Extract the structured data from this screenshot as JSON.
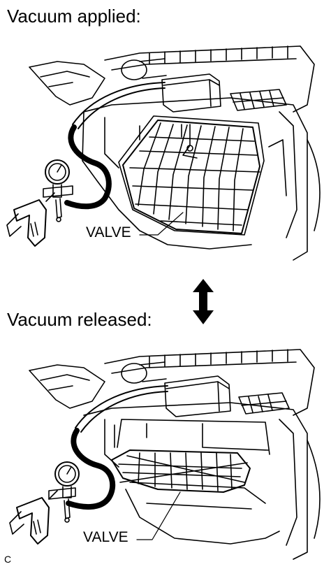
{
  "headings": {
    "applied": "Vacuum applied:",
    "released": "Vacuum released:"
  },
  "callouts": {
    "valve_top": "VALVE",
    "valve_bottom": "VALVE"
  },
  "figure_code": "C",
  "icons": {
    "toggle_arrow": "double-headed-vertical-arrow",
    "gauge": "vacuum-gauge-icon",
    "pump": "hand-vacuum-pump-icon"
  },
  "colors": {
    "ink": "#000000",
    "paper": "#ffffff"
  }
}
